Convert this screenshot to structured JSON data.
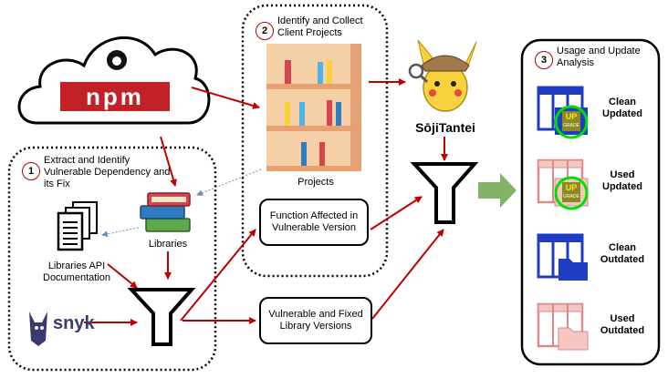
{
  "colors": {
    "arrow": "#c00000",
    "dotted_arrow": "#6c8ebf",
    "big_arrow": "#82b366",
    "npm_red": "#c12127",
    "folder_blue": "#1f3cc2",
    "folder_pink": "#f4c7c3",
    "upgrade_green": "#00e000"
  },
  "step1": {
    "number": "1",
    "title": "Extract and Identify Vulnerable Dependency and its Fix"
  },
  "step2": {
    "number": "2",
    "title": "Identify and Collect Client Projects"
  },
  "step3": {
    "number": "3",
    "title": "Usage and Update Analysis"
  },
  "source": {
    "cloud_logo_text": "npm",
    "cloud_icon": "github-icon"
  },
  "nodes": {
    "libraries": "Libraries",
    "api_docs": "Libraries API Documentation",
    "snyk": "snyk",
    "projects": "Projects",
    "function_affected": "Function Affected in Vulnerable Version",
    "vuln_fixed": "Vulnerable and Fixed Library Versions",
    "tool": "SōjiTantei"
  },
  "upgrade_badge": {
    "text": "UP",
    "subtext": "GRADE"
  },
  "outcomes": [
    {
      "line1": "Clean",
      "line2": "Updated"
    },
    {
      "line1": "Used",
      "line2": "Updated"
    },
    {
      "line1": "Clean",
      "line2": "Outdated"
    },
    {
      "line1": "Used",
      "line2": "Outdated"
    }
  ]
}
